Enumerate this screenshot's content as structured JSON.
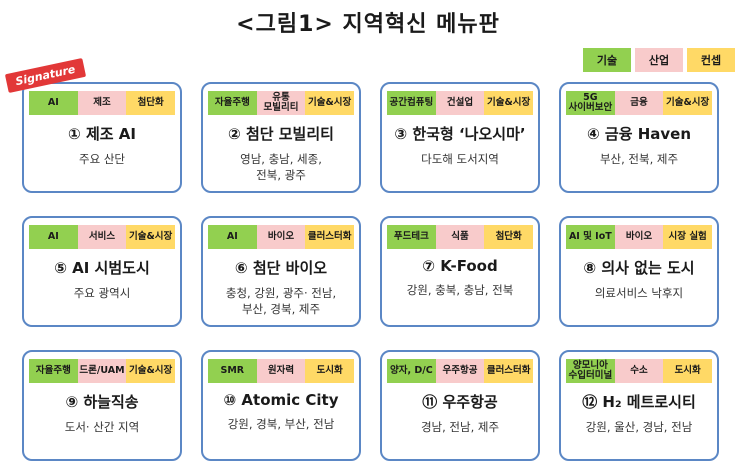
{
  "title": "<그림1> 지역혁신 메뉴판",
  "legend": {
    "tech": "기술",
    "industry": "산업",
    "consult": "컨셉"
  },
  "badge": "Signature",
  "colors": {
    "tech": "#92d050",
    "industry": "#f8cbcb",
    "consult": "#ffd966",
    "border": "#5b87c5",
    "badge": "#e23838"
  },
  "cards": [
    {
      "tags": [
        "AI",
        "제조",
        "첨단화"
      ],
      "name": "① 제조 AI",
      "region": "주요 산단"
    },
    {
      "tags": [
        "자율주행",
        "유통\n모빌리티",
        "기술&시장"
      ],
      "name": "② 첨단 모빌리티",
      "region": "영남, 충남, 세종,\n전북, 광주"
    },
    {
      "tags": [
        "공간컴퓨팅",
        "건설업",
        "기술&시장"
      ],
      "name": "③ 한국형 ‘나오시마’",
      "region": "다도해 도서지역"
    },
    {
      "tags": [
        "5G\n사이버보안",
        "금융",
        "기술&시장"
      ],
      "name": "④ 금융 Haven",
      "region": "부산, 전북, 제주"
    },
    {
      "tags": [
        "AI",
        "서비스",
        "기술&시장"
      ],
      "name": "⑤ AI 시범도시",
      "region": "주요 광역시"
    },
    {
      "tags": [
        "AI",
        "바이오",
        "클러스터화"
      ],
      "name": "⑥ 첨단 바이오",
      "region": "충청, 강원, 광주· 전남,\n부산, 경북, 제주"
    },
    {
      "tags": [
        "푸드테크",
        "식품",
        "첨단화"
      ],
      "name": "⑦ K-Food",
      "region": "강원, 충북, 충남, 전북"
    },
    {
      "tags": [
        "AI 및 IoT",
        "바이오",
        "시장 실험"
      ],
      "name": "⑧ 의사 없는 도시",
      "region": "의료서비스 낙후지"
    },
    {
      "tags": [
        "자율주행",
        "드론/UAM",
        "기술&시장"
      ],
      "name": "⑨ 하늘직송",
      "region": "도서· 산간 지역"
    },
    {
      "tags": [
        "SMR",
        "원자력",
        "도시화"
      ],
      "name": "⑩ Atomic City",
      "region": "강원, 경북, 부산, 전남"
    },
    {
      "tags": [
        "양자, D/C",
        "우주항공",
        "클러스터화"
      ],
      "name": "⑪ 우주항공",
      "region": "경남, 전남, 제주"
    },
    {
      "tags": [
        "양모니아\n수입터미널",
        "수소",
        "도시화"
      ],
      "name": "⑫ H₂ 메트로시티",
      "region": "강원, 울산, 경남, 전남"
    }
  ]
}
